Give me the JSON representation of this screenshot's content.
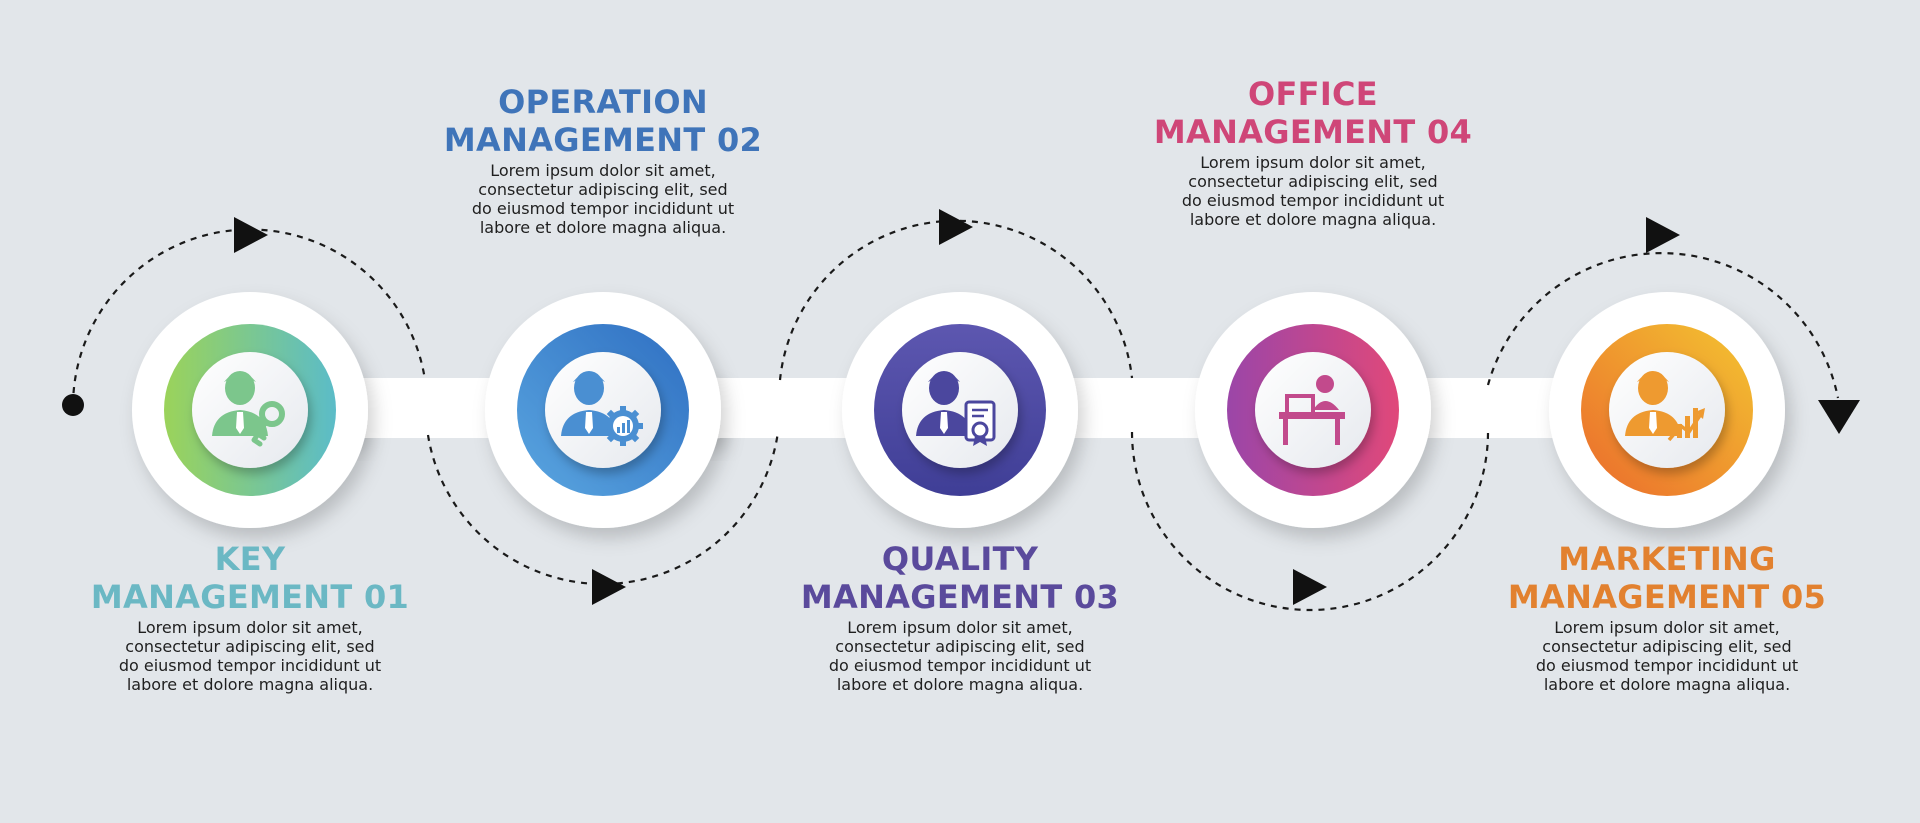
{
  "steps": [
    {
      "title_line1": "KEY",
      "title_line2": "MANAGEMENT 01",
      "color": "#6bb8c4",
      "gradient": [
        "#9bd35a",
        "#5bbcc8"
      ],
      "icon": "person-key-icon",
      "desc": [
        "Lorem ipsum dolor sit amet,",
        "consectetur adipiscing elit, sed",
        "do eiusmod tempor incididunt ut",
        "labore et dolore magna aliqua."
      ]
    },
    {
      "title_line1": "OPERATION",
      "title_line2": "MANAGEMENT 02",
      "color": "#3f74b9",
      "gradient": [
        "#5aa6e0",
        "#2f6fc2"
      ],
      "icon": "person-gear-chart-icon",
      "desc": [
        "Lorem ipsum dolor sit amet,",
        "consectetur adipiscing elit, sed",
        "do eiusmod tempor incididunt ut",
        "labore et dolore magna aliqua."
      ]
    },
    {
      "title_line1": "QUALITY",
      "title_line2": "MANAGEMENT 03",
      "color": "#5a4a9c",
      "gradient": [
        "#5d57b0",
        "#3f3e96"
      ],
      "icon": "person-certificate-icon",
      "desc": [
        "Lorem ipsum dolor sit amet,",
        "consectetur adipiscing elit, sed",
        "do eiusmod tempor incididunt ut",
        "labore et dolore magna aliqua."
      ]
    },
    {
      "title_line1": "OFFICE",
      "title_line2": "MANAGEMENT 04",
      "color": "#cf4678",
      "gradient": [
        "#9b46a8",
        "#e0487a"
      ],
      "icon": "person-desk-icon",
      "desc": [
        "Lorem ipsum dolor sit amet,",
        "consectetur adipiscing elit, sed",
        "do eiusmod tempor incididunt ut",
        "labore et dolore magna aliqua."
      ]
    },
    {
      "title_line1": "MARKETING",
      "title_line2": "MANAGEMENT 05",
      "color": "#e2812f",
      "gradient": [
        "#eb6b2c",
        "#f3c431"
      ],
      "icon": "person-growth-chart-icon",
      "desc": [
        "Lorem ipsum dolor sit amet,",
        "consectetur adipiscing elit, sed",
        "do eiusmod tempor incididunt ut",
        "labore et dolore magna aliqua."
      ]
    }
  ]
}
